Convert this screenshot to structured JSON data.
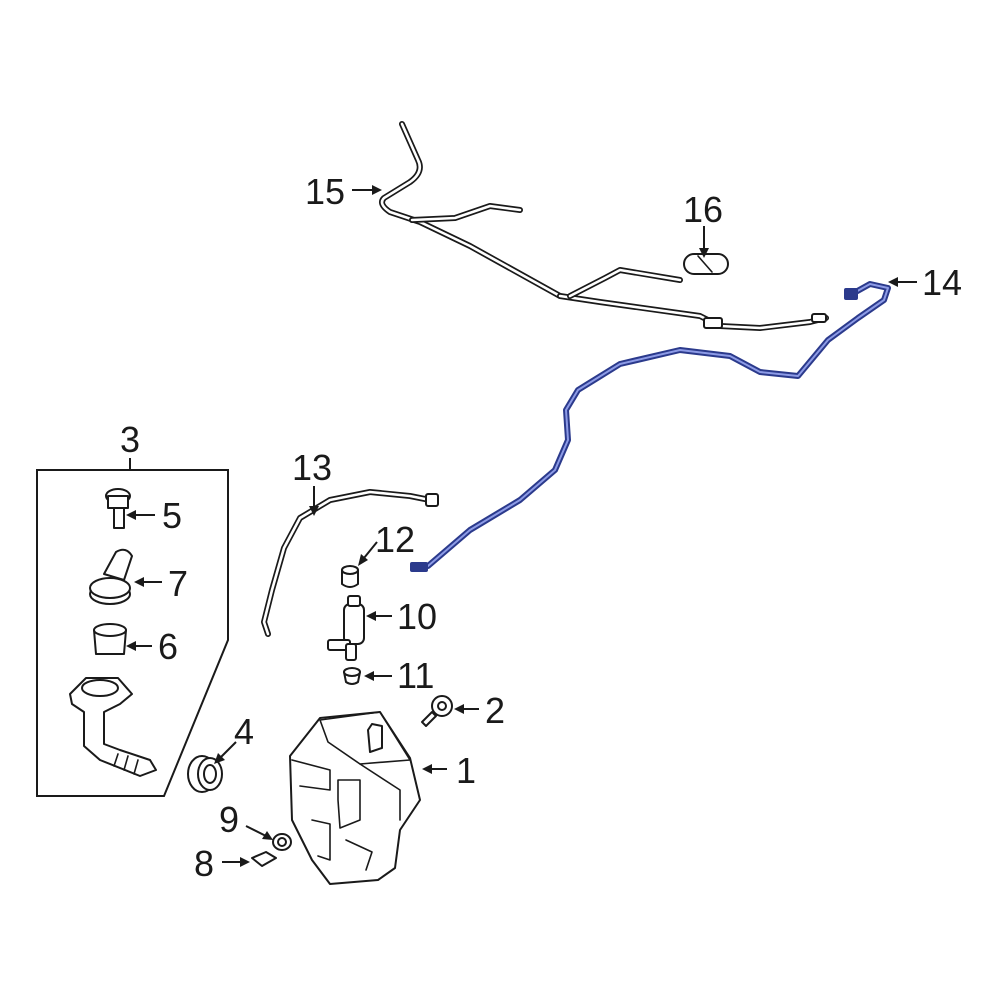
{
  "diagram": {
    "callouts": {
      "c1": "1",
      "c2": "2",
      "c3": "3",
      "c4": "4",
      "c5": "5",
      "c6": "6",
      "c7": "7",
      "c8": "8",
      "c9": "9",
      "c10": "10",
      "c11": "11",
      "c12": "12",
      "c13": "13",
      "c14": "14",
      "c15": "15",
      "c16": "16"
    },
    "colors": {
      "highlight": "#2b3a8c",
      "line": "#1a1a1a",
      "background": "#ffffff"
    }
  }
}
